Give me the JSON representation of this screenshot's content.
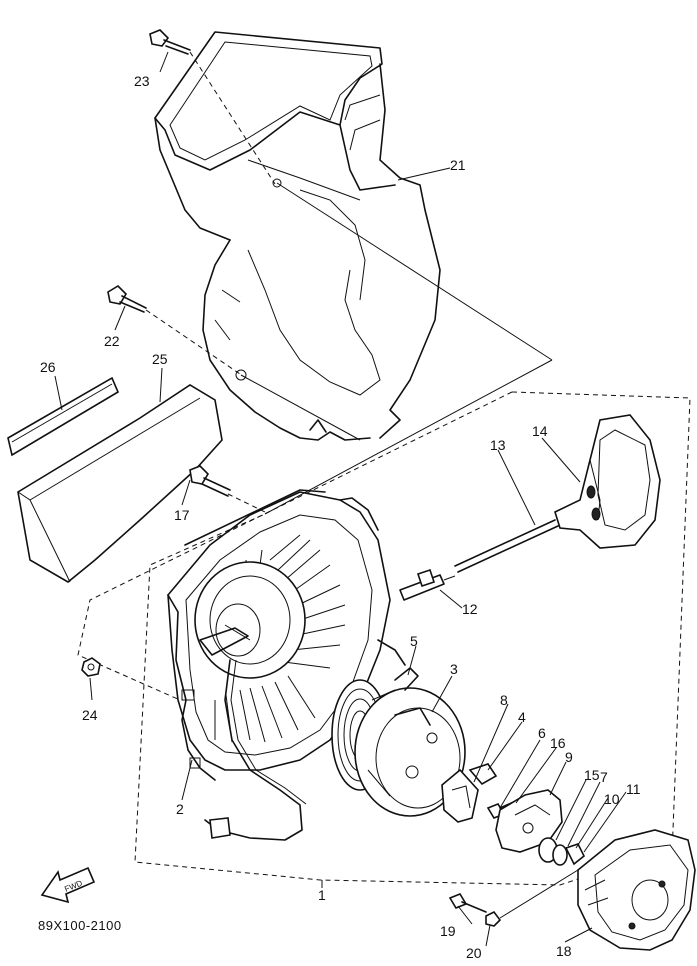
{
  "diagram": {
    "code": "89X100-2100",
    "fwd_label": "FWD",
    "callouts": [
      "1",
      "2",
      "3",
      "4",
      "5",
      "6",
      "7",
      "8",
      "9",
      "10",
      "11",
      "12",
      "13",
      "14",
      "15",
      "16",
      "17",
      "18",
      "19",
      "20",
      "21",
      "22",
      "23",
      "24",
      "25",
      "26"
    ]
  }
}
